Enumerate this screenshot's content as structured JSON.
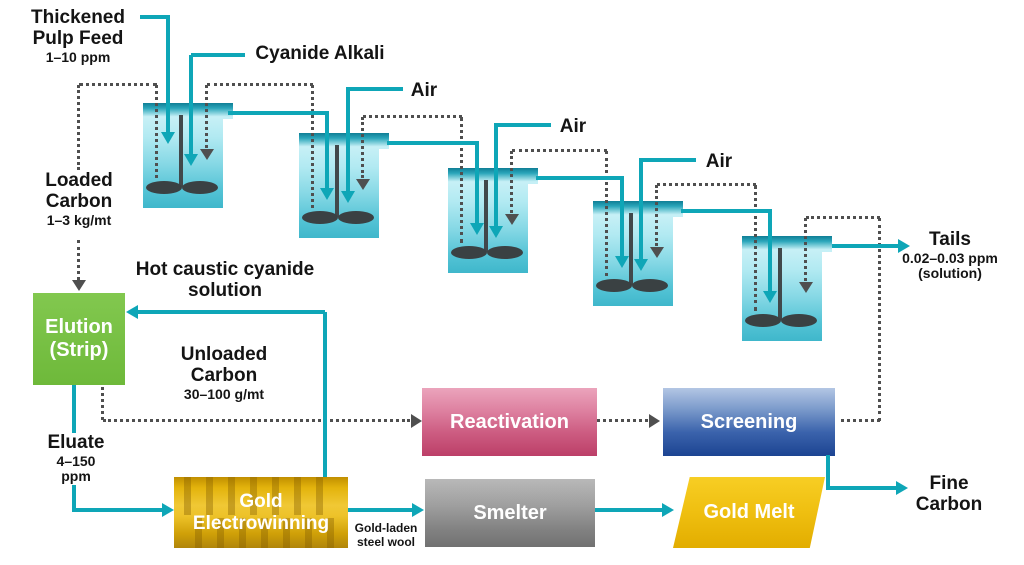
{
  "flow_labels": {
    "pulp_feed_line1": "Thickened",
    "pulp_feed_line2": "Pulp Feed",
    "pulp_feed_value": "1–10 ppm",
    "cyanide": "Cyanide Alkali",
    "air": "Air",
    "tails_title": "Tails",
    "tails_value": "0.02–0.03 ppm",
    "tails_note": "(solution)",
    "loaded_carbon_line1": "Loaded",
    "loaded_carbon_line2": "Carbon",
    "loaded_carbon_value": "1–3 kg/mt",
    "hot_caustic_line1": "Hot caustic cyanide",
    "hot_caustic_line2": "solution",
    "unloaded_carbon_line1": "Unloaded",
    "unloaded_carbon_line2": "Carbon",
    "unloaded_carbon_value": "30–100 g/mt",
    "eluate_title": "Eluate",
    "eluate_value_line1": "4–150",
    "eluate_value_line2": "ppm",
    "steel_wool_line1": "Gold-laden",
    "steel_wool_line2": "steel wool",
    "fine_carbon_line1": "Fine",
    "fine_carbon_line2": "Carbon"
  },
  "process_units": {
    "elution_line1": "Elution",
    "elution_line2": "(Strip)",
    "reactivation": "Reactivation",
    "screening": "Screening",
    "electrowinning_line1": "Gold",
    "electrowinning_line2": "Electrowinning",
    "smelter": "Smelter",
    "gold_melt": "Gold Melt"
  },
  "tanks": {
    "count": 5
  },
  "colors": {
    "stream": "#0ea6b7",
    "carbon_path": "#4f4f4f",
    "elution_green": "#76c043",
    "reactivation_pink_top": "#e897b1",
    "reactivation_pink_bottom": "#bf3f68",
    "screening_blue_top": "#a9bedf",
    "screening_blue_bottom": "#1c4492",
    "electrowinning_gold": "#d8a70a",
    "smelter_gray": "#8a8a8a",
    "gold_melt": "#efbf10",
    "tank_cyan": "#7fd4e2"
  }
}
